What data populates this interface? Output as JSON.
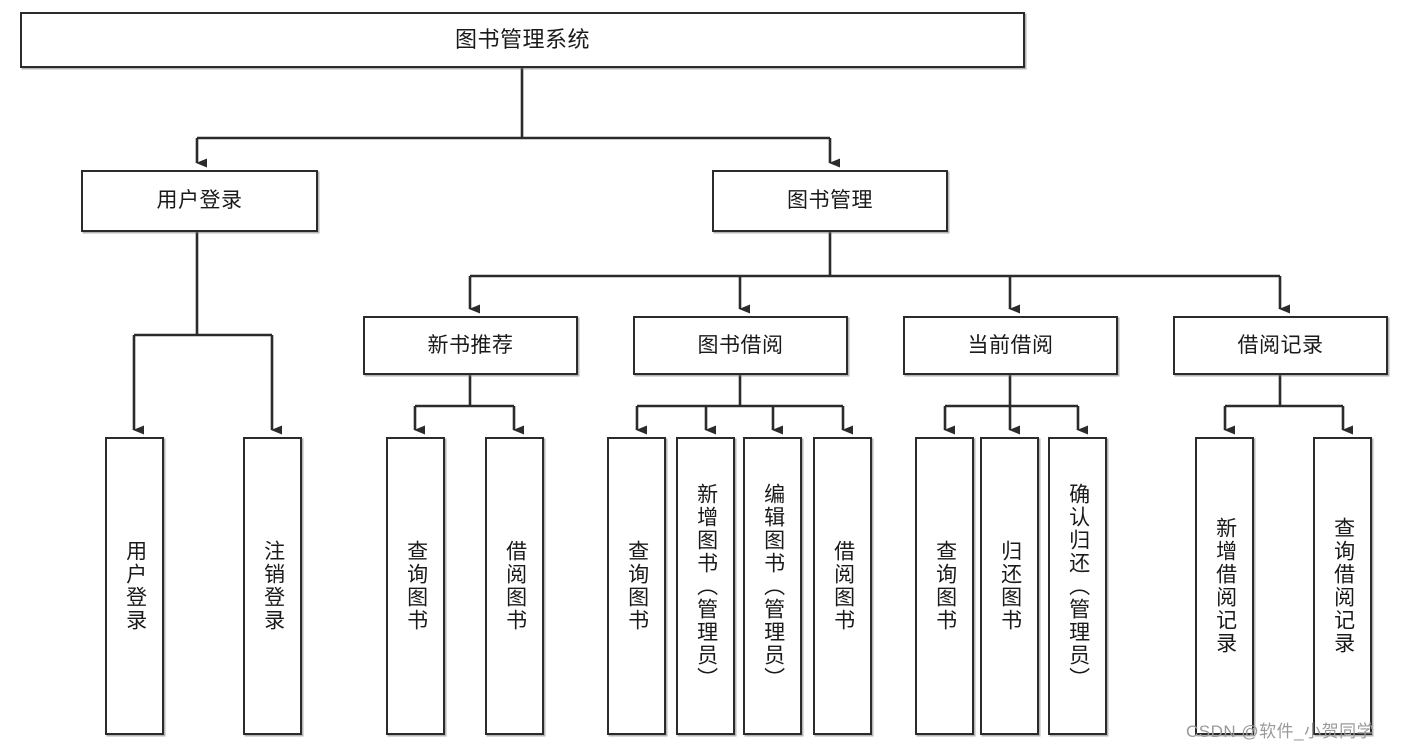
{
  "diagram": {
    "title_text": "图书管理系统",
    "type": "tree-hierarchy",
    "nodes": {
      "root": {
        "label": "图书管理系统",
        "level": 0
      },
      "user_login": {
        "label": "用户登录",
        "level": 1
      },
      "book_manage": {
        "label": "图书管理",
        "level": 1
      },
      "new_book_rec": {
        "label": "新书推荐",
        "level": 2
      },
      "book_borrow": {
        "label": "图书借阅",
        "level": 2
      },
      "current_borrow": {
        "label": "当前借阅",
        "level": 2
      },
      "borrow_record": {
        "label": "借阅记录",
        "level": 2
      },
      "leaf_user_login": {
        "label": "用户登录",
        "level": 3
      },
      "leaf_logout": {
        "label": "注销登录",
        "level": 3
      },
      "leaf_query_book_1": {
        "label": "查询图书",
        "level": 3
      },
      "leaf_borrow_book_1": {
        "label": "借阅图书",
        "level": 3
      },
      "leaf_query_book_2": {
        "label": "查询图书",
        "level": 3
      },
      "leaf_add_book": {
        "label": "新增图书（管理员）",
        "level": 3
      },
      "leaf_edit_book": {
        "label": "编辑图书（管理员）",
        "level": 3
      },
      "leaf_borrow_book_2": {
        "label": "借阅图书",
        "level": 3
      },
      "leaf_query_book_3": {
        "label": "查询图书",
        "level": 3
      },
      "leaf_return_book": {
        "label": "归还图书",
        "level": 3
      },
      "leaf_confirm_return": {
        "label": "确认归还（管理员）",
        "level": 3
      },
      "leaf_add_record": {
        "label": "新增借阅记录",
        "level": 3
      },
      "leaf_query_record": {
        "label": "查询借阅记录",
        "level": 3
      }
    },
    "edges": [
      {
        "from": "root",
        "to": "user_login"
      },
      {
        "from": "root",
        "to": "book_manage"
      },
      {
        "from": "user_login",
        "to": "leaf_user_login"
      },
      {
        "from": "user_login",
        "to": "leaf_logout"
      },
      {
        "from": "book_manage",
        "to": "new_book_rec"
      },
      {
        "from": "book_manage",
        "to": "book_borrow"
      },
      {
        "from": "book_manage",
        "to": "current_borrow"
      },
      {
        "from": "book_manage",
        "to": "borrow_record"
      },
      {
        "from": "new_book_rec",
        "to": "leaf_query_book_1"
      },
      {
        "from": "new_book_rec",
        "to": "leaf_borrow_book_1"
      },
      {
        "from": "book_borrow",
        "to": "leaf_query_book_2"
      },
      {
        "from": "book_borrow",
        "to": "leaf_add_book"
      },
      {
        "from": "book_borrow",
        "to": "leaf_edit_book"
      },
      {
        "from": "book_borrow",
        "to": "leaf_borrow_book_2"
      },
      {
        "from": "current_borrow",
        "to": "leaf_query_book_3"
      },
      {
        "from": "current_borrow",
        "to": "leaf_return_book"
      },
      {
        "from": "current_borrow",
        "to": "leaf_confirm_return"
      },
      {
        "from": "borrow_record",
        "to": "leaf_add_record"
      },
      {
        "from": "borrow_record",
        "to": "leaf_query_record"
      }
    ],
    "colors": {
      "stroke": "#2b2b2b",
      "fill": "#ffffff",
      "text": "#1a1a1a",
      "watermark": "#9a9a9a"
    }
  },
  "watermark": {
    "text": "CSDN @软件_小贺同学"
  }
}
